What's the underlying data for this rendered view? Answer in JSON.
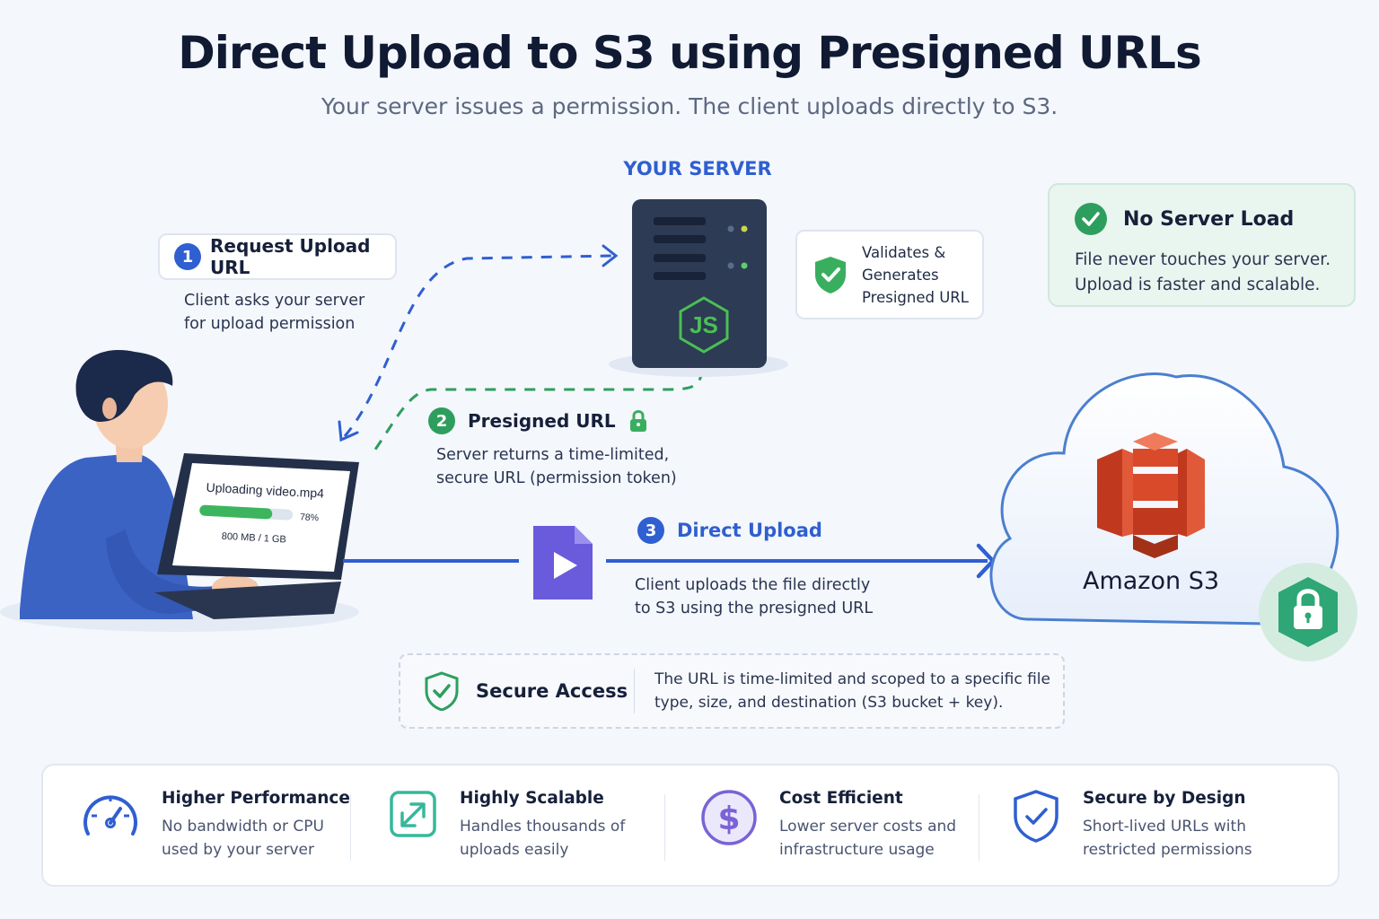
{
  "header": {
    "title": "Direct Upload to S3 using Presigned URLs",
    "subtitle": "Your server issues a permission. The client uploads directly to S3."
  },
  "server": {
    "heading": "YOUR SERVER",
    "badge_text": "JS"
  },
  "steps": [
    {
      "number": "1",
      "title": "Request Upload URL",
      "desc_lines": [
        "Client asks your server",
        "for upload permission"
      ]
    },
    {
      "number": "2",
      "title": "Presigned URL",
      "desc_lines": [
        "Server returns a time-limited,",
        "secure URL (permission token)"
      ]
    },
    {
      "number": "3",
      "title": "Direct Upload",
      "desc_lines": [
        "Client uploads the file directly",
        "to S3 using the presigned URL"
      ]
    }
  ],
  "validate_card": {
    "lines": [
      "Validates &",
      "Generates",
      "Presigned URL"
    ]
  },
  "no_server_load": {
    "title": "No Server Load",
    "desc_lines": [
      "File never touches your server.",
      "Upload is faster and scalable."
    ]
  },
  "laptop": {
    "upload_label": "Uploading video.mp4",
    "progress_percent": 78,
    "progress_label": "78%",
    "size_label": "800 MB / 1 GB"
  },
  "s3": {
    "label": "Amazon S3"
  },
  "secure_access": {
    "title": "Secure Access",
    "desc_lines": [
      "The URL is time-limited and scoped to a specific file",
      "type, size, and destination (S3 bucket + key)."
    ]
  },
  "benefits": [
    {
      "icon": "speedometer-icon",
      "title": "Higher Performance",
      "desc_lines": [
        "No bandwidth or CPU",
        "used by your server"
      ]
    },
    {
      "icon": "expand-icon",
      "title": "Highly Scalable",
      "desc_lines": [
        "Handles thousands of",
        "uploads easily"
      ]
    },
    {
      "icon": "dollar-icon",
      "title": "Cost Efficient",
      "desc_lines": [
        "Lower server costs and",
        "infrastructure usage"
      ]
    },
    {
      "icon": "shield-check-icon",
      "title": "Secure by Design",
      "desc_lines": [
        "Short-lived URLs with",
        "restricted permissions"
      ]
    }
  ],
  "colors": {
    "blue": "#2f5fd0",
    "green": "#2e9e5e",
    "s3_red": "#d94a2b",
    "video_purple": "#6a5bdc",
    "server_dark": "#2d3b55"
  }
}
